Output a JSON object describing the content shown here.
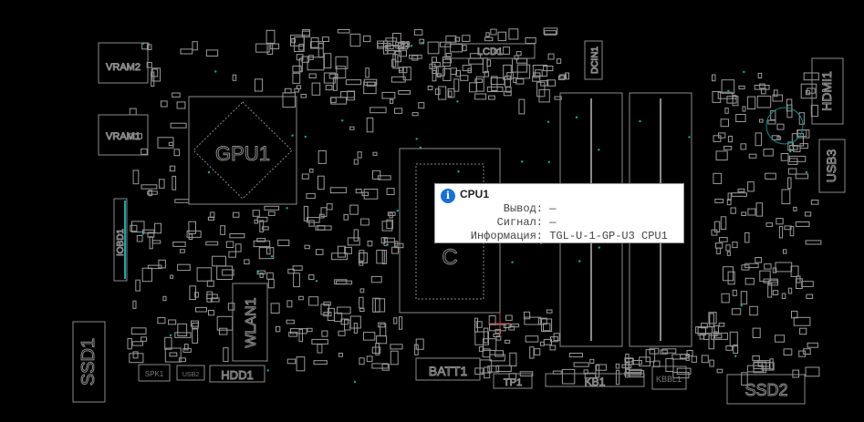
{
  "board": {
    "labels": {
      "vram2": "VRAM2",
      "vram1": "VRAM1",
      "gpu": "GPU1",
      "lcd": "LCD1",
      "e3": "E3",
      "dcin": "DCIN1",
      "hdmi": "HDMI1",
      "usb3": "USB3",
      "iobd": "IOBD1",
      "wlan": "WLAN1",
      "ssd1": "SSD1",
      "spk": "SPK1",
      "usb2": "USB2",
      "hdd": "HDD1",
      "batt": "BATT1",
      "tp": "TP1",
      "kb": "KB1",
      "kbbl": "KBBL1",
      "ssd2": "SSD2",
      "cpu_partial": "C"
    },
    "colors": {
      "outline": "#8a8a8a",
      "via": "#17a6a6",
      "background": "#000000"
    }
  },
  "tooltip": {
    "icon": "info-icon",
    "title": "CPU1",
    "rows": [
      {
        "key": "Вывод:",
        "value": "—"
      },
      {
        "key": "Сигнал:",
        "value": "—"
      },
      {
        "key": "Информация:",
        "value": "TGL-U-1-GP-U3 CPU1"
      }
    ]
  }
}
